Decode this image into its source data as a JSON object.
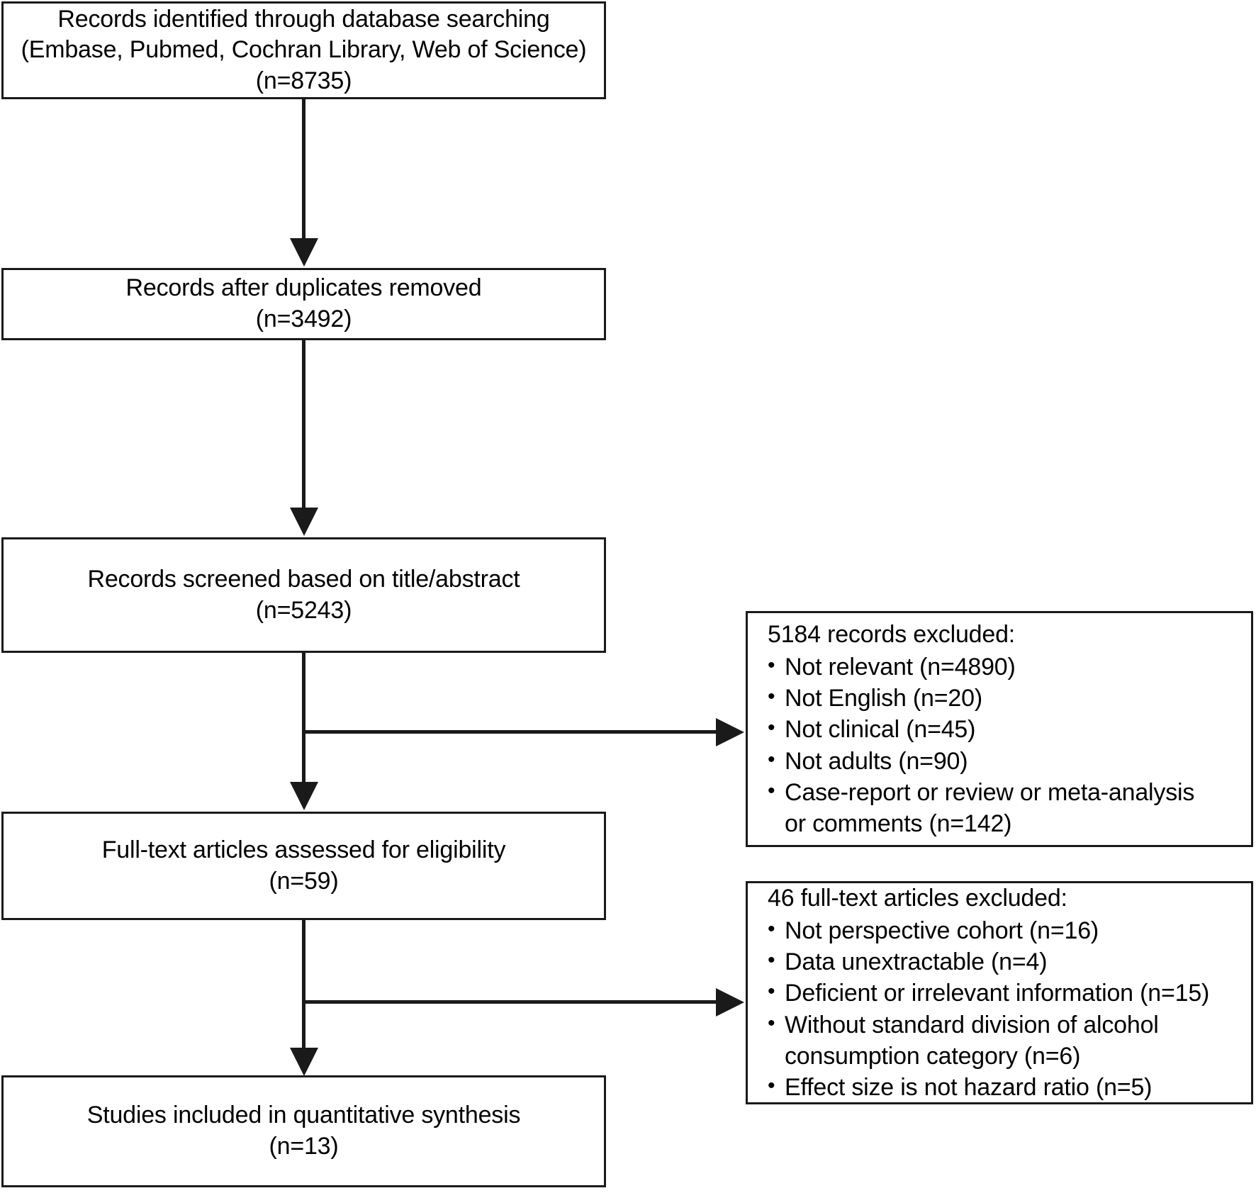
{
  "diagram": {
    "type": "prisma-flow-diagram",
    "boxes": [
      {
        "id": "identification",
        "lines": [
          "Records identified through database searching",
          "(Embase, Pubmed, Cochran Library, Web of Science)",
          "(n=8735)"
        ],
        "n": 8735
      },
      {
        "id": "duplicates-removed",
        "lines": [
          "Records after duplicates removed",
          "(n=3492)"
        ],
        "n": 3492
      },
      {
        "id": "screened",
        "lines": [
          "Records screened based on title/abstract",
          "(n=5243)"
        ],
        "n": 5243
      },
      {
        "id": "full-text-assessed",
        "lines": [
          "Full-text articles assessed for eligibility",
          "(n=59)"
        ],
        "n": 59
      },
      {
        "id": "included",
        "lines": [
          "Studies included in quantitative synthesis",
          "(n=13)"
        ],
        "n": 13
      }
    ],
    "exclusions": [
      {
        "id": "records-excluded",
        "heading": "5184 records excluded:",
        "total": 5184,
        "items": [
          {
            "label": "Not relevant (n=4890)",
            "n": 4890
          },
          {
            "label": "Not English (n=20)",
            "n": 20
          },
          {
            "label": "Not clinical (n=45)",
            "n": 45
          },
          {
            "label": "Not adults (n=90)",
            "n": 90
          },
          {
            "label": "Case-report or review or meta-analysis\nor comments (n=142)",
            "n": 142
          }
        ]
      },
      {
        "id": "full-text-excluded",
        "heading": "46 full-text articles excluded:",
        "total": 46,
        "items": [
          {
            "label": "Not perspective cohort (n=16)",
            "n": 16
          },
          {
            "label": "Data unextractable (n=4)",
            "n": 4
          },
          {
            "label": "Deficient or irrelevant information (n=15)",
            "n": 15
          },
          {
            "label": "Without standard division of alcohol\nconsumption category (n=6)",
            "n": 6
          },
          {
            "label": "Effect size is not hazard ratio (n=5)",
            "n": 5
          }
        ]
      }
    ],
    "bullet_glyph": "•",
    "colors": {
      "stroke": "#1a1a1a",
      "background": "#ffffff",
      "text": "#000000"
    }
  }
}
